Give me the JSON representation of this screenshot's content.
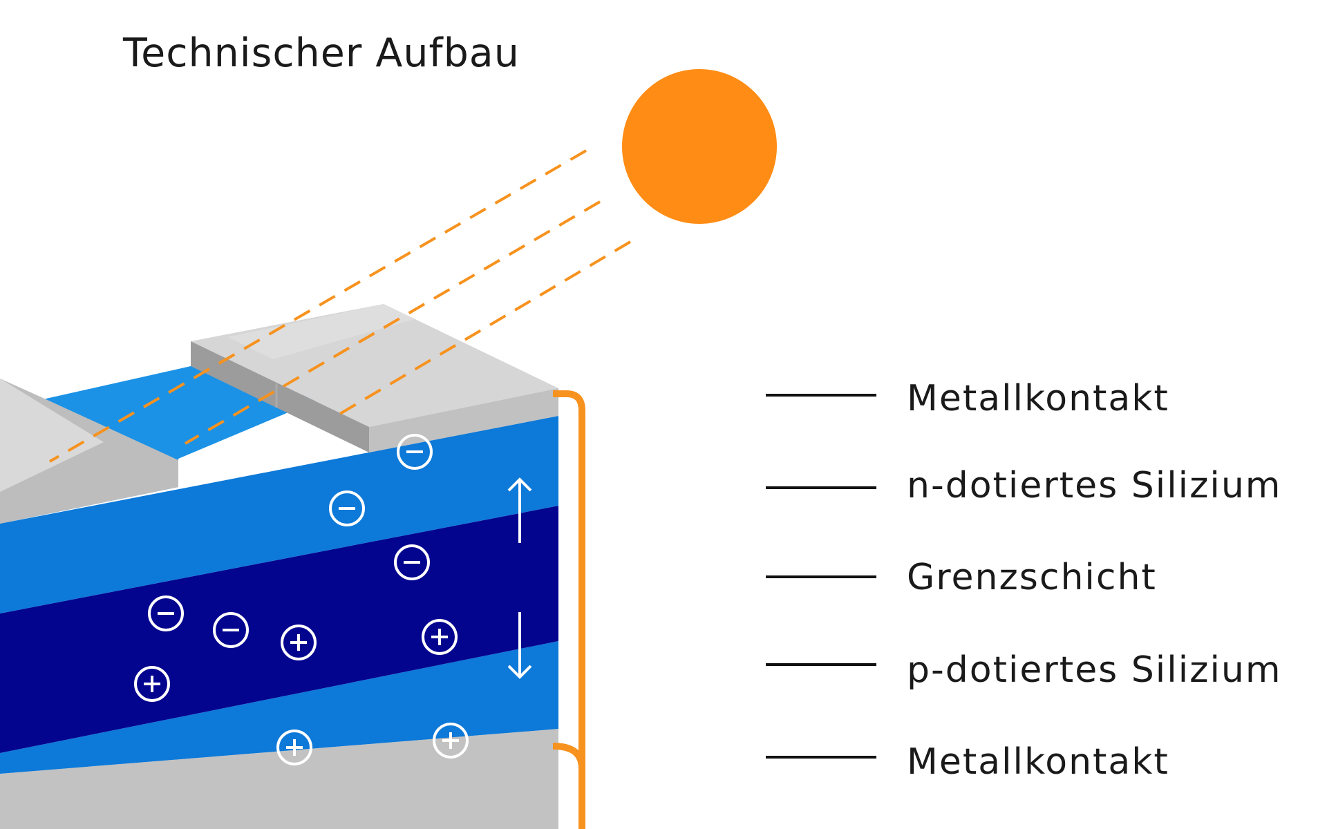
{
  "title": "Technischer Aufbau",
  "legend": [
    "Metallkontakt",
    "n-dotiertes Silizium",
    "Grenzschicht",
    "p-dotiertes Silizium",
    "Metallkontakt"
  ],
  "charges": {
    "electron_symbol": "−",
    "hole_symbol": "+"
  },
  "colors": {
    "sun": "#ff8c14",
    "light_blue": "#1b92e6",
    "mid_blue": "#0d79d8",
    "dark_blue": "#04058f",
    "metal_light": "#d6d6d6",
    "metal_mid": "#c1c1c1",
    "metal_dark": "#9c9c9c",
    "wire": "#f7921e",
    "text": "#1a1a1a"
  }
}
